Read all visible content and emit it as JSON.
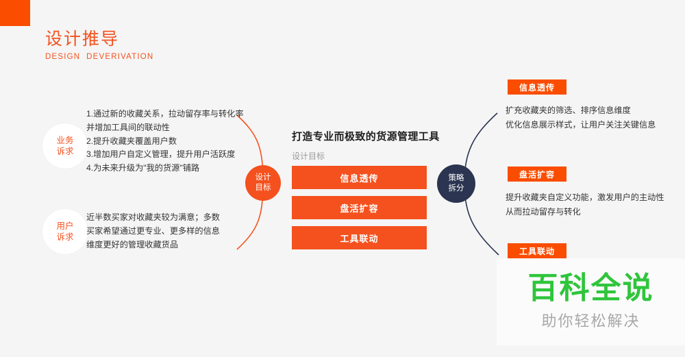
{
  "theme": {
    "background": "#f5f5f5",
    "accent_orange": "#f4511e",
    "tag_orange": "#fa4d00",
    "navy": "#2b3450",
    "text_dark": "#333333",
    "muted_gray": "#9a9a9a",
    "watermark_green": "#2fc53c"
  },
  "header": {
    "title_cn": "设计推导",
    "title_en": "DESIGN  DEVERIVATION"
  },
  "left": {
    "nodes": [
      {
        "circle_line1": "业务",
        "circle_line2": "诉求",
        "text": "1.通过新的收藏关系，拉动留存率与转化率\n并增加工具间的联动性\n2.提升收藏夹覆盖用户数\n3.增加用户自定义管理，提升用户活跃度\n4.为未来升级为\"我的货源\"铺路"
      },
      {
        "circle_line1": "用户",
        "circle_line2": "诉求",
        "text": "近半数买家对收藏夹较为满意；多数\n买家希望通过更专业、更多样的信息\n维度更好的管理收藏货品"
      }
    ]
  },
  "center": {
    "circle_line1": "设计",
    "circle_line2": "目标",
    "heading": "打造专业而极致的货源管理工具",
    "sublabel": "设计目标",
    "goals": [
      {
        "label": "信息透传"
      },
      {
        "label": "盘活扩容"
      },
      {
        "label": "工具联动"
      }
    ]
  },
  "right": {
    "circle_line1": "策略",
    "circle_line2": "拆分",
    "strategies": [
      {
        "tag": "信息透传",
        "desc": "扩充收藏夹的筛选、排序信息维度\n优化信息展示样式，让用户关注关键信息"
      },
      {
        "tag": "盘活扩容",
        "desc": "提升收藏夹自定义功能，激发用户的主动性\n从而拉动留存与转化"
      },
      {
        "tag": "工具联动",
        "desc": ""
      }
    ]
  },
  "watermark": {
    "main": "百科全说",
    "sub": "助你轻松解决"
  }
}
